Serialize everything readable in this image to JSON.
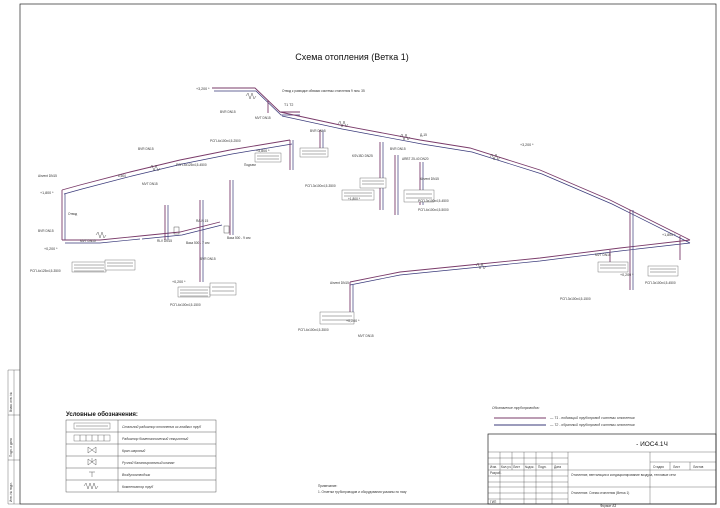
{
  "title": "Схема отопления (Ветка 1)",
  "labels": [
    {
      "id": "l1",
      "text": "+3,200 *"
    },
    {
      "id": "l2",
      "text": "Отвод к разводке обвязки системы отопления 9 пом. 35"
    },
    {
      "id": "l3",
      "text": "Т1 Т2"
    },
    {
      "id": "l4",
      "text": "BVR DN15"
    },
    {
      "id": "l5",
      "text": "MVT DN15"
    },
    {
      "id": "l6",
      "text": "РСП-4х100х4,5-2500"
    },
    {
      "id": "l7",
      "text": "+5,800 *"
    },
    {
      "id": "l8",
      "text": "Д₂15"
    },
    {
      "id": "l9",
      "text": "ARBT 25-40 DN20"
    },
    {
      "id": "l10",
      "text": "KSV-BD DN25"
    },
    {
      "id": "l11",
      "text": "РСП-3х100х4,5-3500"
    },
    {
      "id": "l12",
      "text": "РСП-3х100х4,5-4500"
    },
    {
      "id": "l13",
      "text": "РСП-4х100х4,5-5000"
    },
    {
      "id": "l14",
      "text": "Airvent DN15"
    },
    {
      "id": "l15",
      "text": "+1,800 *"
    },
    {
      "id": "l16",
      "text": "Отвод"
    },
    {
      "id": "l17",
      "text": "РСП-4х125х4,5-3500"
    },
    {
      "id": "l18",
      "text": "RLV DN15"
    },
    {
      "id": "l19",
      "text": "Ваза 500 - 7 сек"
    },
    {
      "id": "l20",
      "text": "Ваза 500 - 9 сек"
    },
    {
      "id": "l21",
      "text": "РСП-4х125х4,5-4500"
    },
    {
      "id": "l22",
      "text": "+0,200 *"
    },
    {
      "id": "l23",
      "text": "РСП-4х100х4,5-3500"
    },
    {
      "id": "l24",
      "text": "РСП-4х100х4,5-1500"
    },
    {
      "id": "l25",
      "text": "РСП-3х100х4,5-1500"
    },
    {
      "id": "l26",
      "text": "Подъем"
    },
    {
      "id": "l27",
      "text": "6,600"
    },
    {
      "id": "l28",
      "text": "RA-N 15"
    }
  ],
  "legend": {
    "title": "Условные обозначения:",
    "items": [
      {
        "icon": "steel-radiator-icon",
        "text": "Стальной радиатор отопления из гладких труб"
      },
      {
        "icon": "bimetal-radiator-icon",
        "text": "Радиатор биметаллический секционный"
      },
      {
        "icon": "valve-icon",
        "text": "Кран шаровый"
      },
      {
        "icon": "balancing-valve-icon",
        "text": "Ручной балансировочный клапан"
      },
      {
        "icon": "air-vent-icon",
        "text": "Воздухоотводчик"
      },
      {
        "icon": "compensator-icon",
        "text": "Компенсатор труб"
      }
    ],
    "pipes_title": "Обозначение трубопроводов:",
    "pipes": [
      {
        "color": "#7a3b6a",
        "text": "— Т1 - подающий трубопровод системы отопления"
      },
      {
        "color": "#3a3a7a",
        "text": "— Т2 - обратный трубопровод системы отопления"
      }
    ]
  },
  "note": {
    "title": "Примечание:",
    "text": "1. Отметки трубопроводов и оборудования указаны по низу"
  },
  "stamp": {
    "code": "- ИОС4.1Ч",
    "section": "Отопление, вентиляция и кондиционирование воздуха, тепловые сети",
    "sheet_title": "Отопление. Схема отопления (Ветка 1)",
    "headers": [
      "Изм.",
      "Кол.уч.",
      "Лист",
      "№док.",
      "Подп.",
      "Дата"
    ],
    "roles": [
      "Разраб.",
      "ГИП"
    ],
    "stage_labels": [
      "Стадия",
      "Лист",
      "Листов"
    ],
    "format": "Формат А3",
    "side_cells": [
      "Инв. № подл.",
      "Подп. и дата",
      "Взам. инв. №"
    ]
  }
}
